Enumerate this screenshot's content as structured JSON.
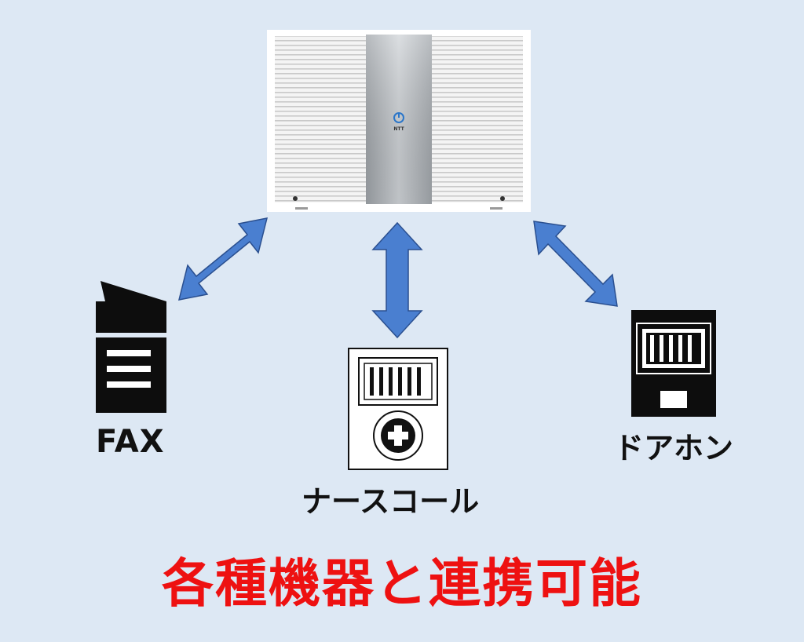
{
  "device": {
    "brand": "NTT",
    "icon": "router-device-icon"
  },
  "devices": {
    "fax": {
      "label": "FAX",
      "icon": "fax-machine-icon"
    },
    "nurse_call": {
      "label": "ナースコール",
      "icon": "nurse-call-icon"
    },
    "door_phone": {
      "label": "ドアホン",
      "icon": "door-phone-icon"
    }
  },
  "caption": "各種機器と連携可能",
  "colors": {
    "background": "#dde8f4",
    "arrow_fill": "#4a7fd0",
    "arrow_stroke": "#2a4f8f",
    "caption": "#ee1111"
  }
}
